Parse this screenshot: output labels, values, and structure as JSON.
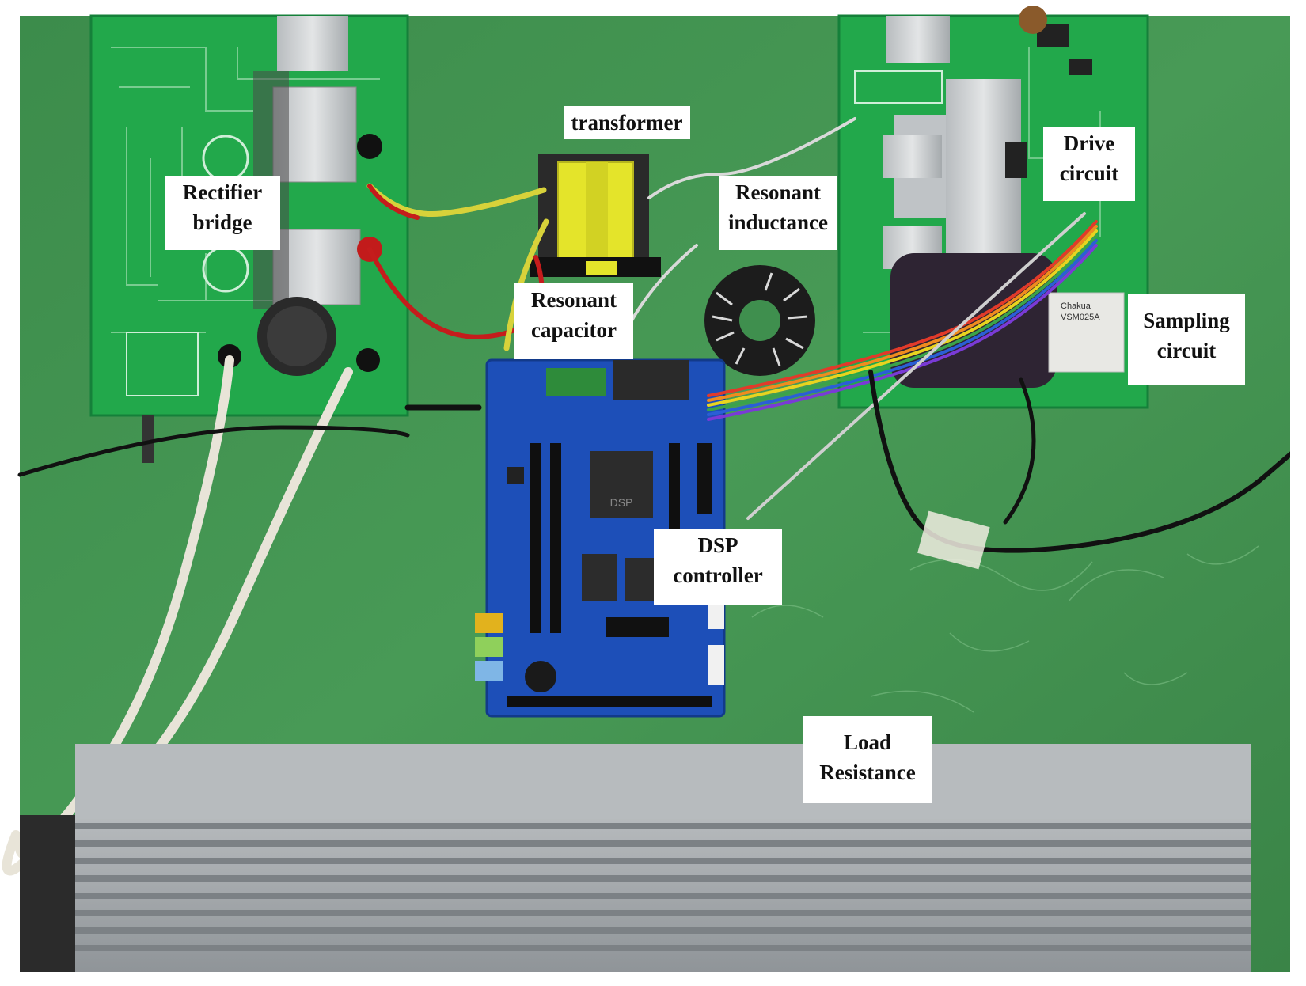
{
  "labels": {
    "transformer": [
      "transformer"
    ],
    "rectifier_bridge": [
      "Rectifier",
      "bridge"
    ],
    "resonant_inductance": [
      "Resonant",
      "inductance"
    ],
    "drive_circuit": [
      "Drive",
      "circuit"
    ],
    "resonant_capacitor": [
      "Resonant",
      "capacitor"
    ],
    "sampling_circuit": [
      "Sampling",
      "circuit"
    ],
    "dsp_controller": [
      "DSP",
      "controller"
    ],
    "load_resistance": [
      "Load",
      "Resistance"
    ]
  },
  "component_text": {
    "sampling_module": [
      "Chakua",
      "VSM025A"
    ],
    "dsp_chip": "DSP"
  },
  "colors": {
    "bench_green": "#3f8f4e",
    "pcb_green": "#1fa64a",
    "dsp_board_blue": "#1d4fb8",
    "heatsink_gray": "#a9aeb2",
    "transformer_yellow": "#e4e42a"
  }
}
